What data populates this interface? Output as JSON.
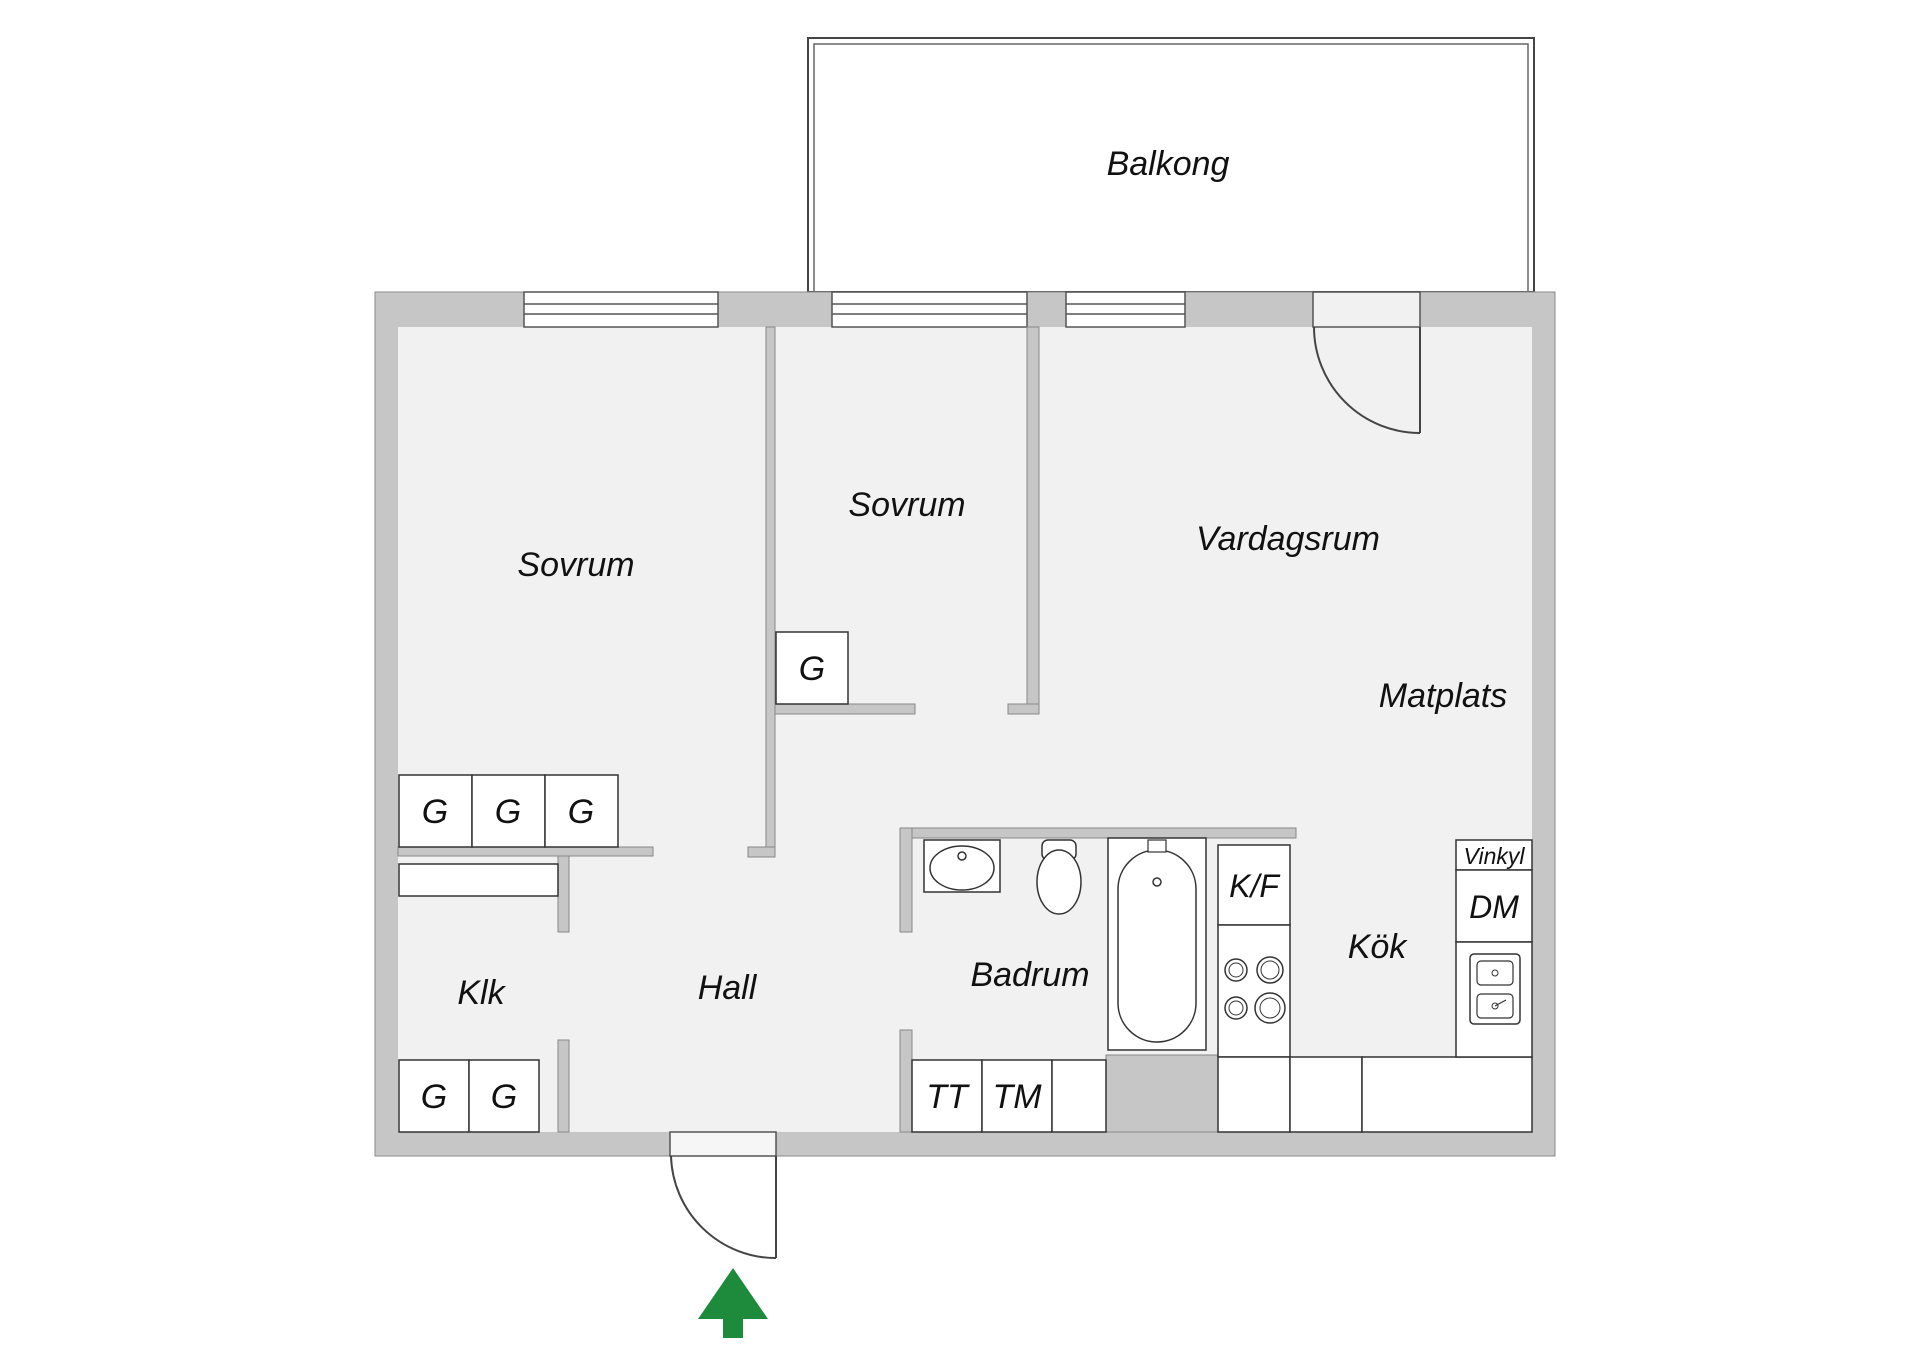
{
  "colors": {
    "wall": "#c6c6c6",
    "floor": "#f1f1f1",
    "line": "#444444",
    "entrance_arrow": "#1e8a3c"
  },
  "rooms": {
    "balcony": "Balkong",
    "bedroom_left": "Sovrum",
    "bedroom_center": "Sovrum",
    "living_room": "Vardagsrum",
    "dining": "Matplats",
    "closet": "Klk",
    "hall": "Hall",
    "bathroom": "Badrum",
    "kitchen": "Kök"
  },
  "fixtures": {
    "wardrobe": "G",
    "fridge_freezer": "K/F",
    "dishwasher": "DM",
    "wine_cooler": "Vinkyl",
    "dryer": "TT",
    "washer": "TM"
  },
  "icons": {
    "entrance": "entrance-arrow-icon",
    "sink": "sink-icon",
    "toilet": "toilet-icon",
    "bathtub": "bathtub-icon",
    "stove": "stove-icon",
    "kitchen_sink": "kitchen-sink-icon",
    "door": "door-swing-icon",
    "window": "window-icon"
  }
}
